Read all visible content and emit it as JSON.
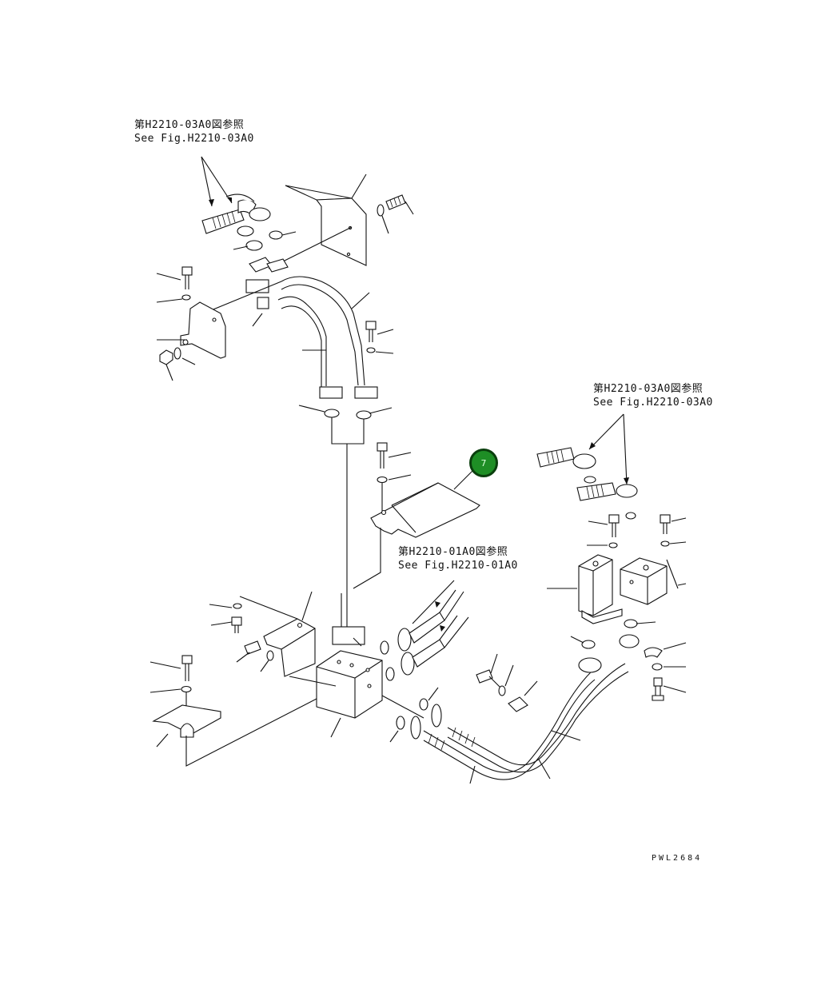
{
  "references": [
    {
      "id": "ref-top-left",
      "jp": "第H2210-03A0図参照",
      "en": "See Fig.H2210-03A0"
    },
    {
      "id": "ref-right",
      "jp": "第H2210-03A0図参照",
      "en": "See Fig.H2210-03A0"
    },
    {
      "id": "ref-center",
      "jp": "第H2210-01A0図参照",
      "en": "See Fig.H2210-01A0"
    }
  ],
  "callouts": [
    {
      "label": "7",
      "color": "#1e8e25"
    }
  ],
  "drawing_code": "PWL2684"
}
